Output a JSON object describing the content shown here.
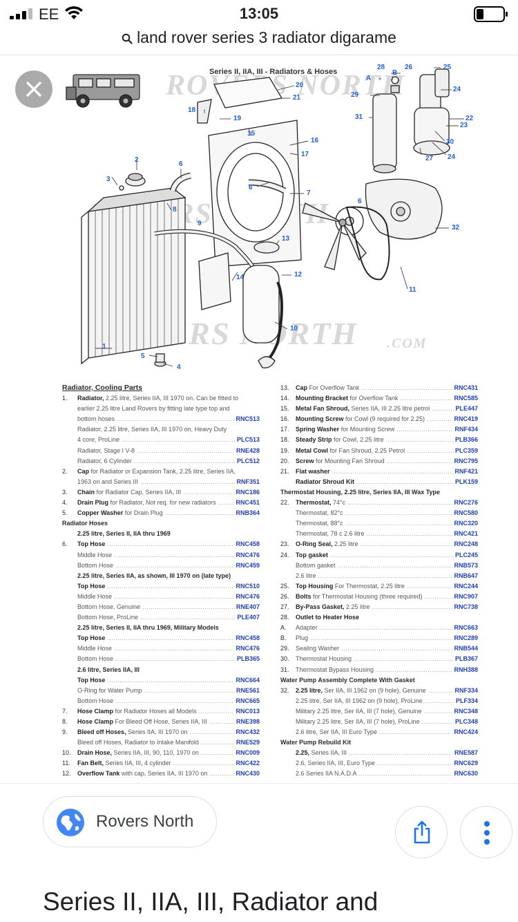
{
  "status_bar": {
    "carrier": "EE",
    "time": "13:05"
  },
  "search": {
    "query": "land rover series 3 radiator digarame"
  },
  "diagram": {
    "title": "Series II, IIA, III - Radiators & Hoses",
    "watermark": "ROVERS NORTH",
    "watermark_com": ".COM",
    "callouts": [
      "1",
      "2",
      "3",
      "4",
      "5",
      "6",
      "6",
      "6",
      "7",
      "8",
      "9",
      "10",
      "11",
      "12",
      "13",
      "14",
      "15",
      "16",
      "17",
      "18",
      "19",
      "20",
      "21",
      "22",
      "23",
      "24",
      "24",
      "25",
      "26",
      "27",
      "28",
      "29",
      "30",
      "31",
      "32",
      "A",
      "B"
    ]
  },
  "parts_left": [
    {
      "type": "title",
      "text": "Radiator, Cooling Parts"
    },
    {
      "num": "1.",
      "bold": "Radiator,",
      "desc": " 2.25 litre, Series IIA, III 1970 on. Can be fitted to",
      "code": ""
    },
    {
      "num": "",
      "bold": "",
      "desc": "earlier 2.25 litre Land Rovers by fitting late type top and",
      "code": ""
    },
    {
      "num": "",
      "bold": "",
      "desc": "bottom hoses",
      "code": "RNC513"
    },
    {
      "num": "",
      "bold": "",
      "desc": "Radiator, 2.25 litre, Series IIA, III 1970 on, Heavy Duty",
      "code": ""
    },
    {
      "num": "",
      "bold": "",
      "desc": "4 core, ProLine",
      "code": "PLC513"
    },
    {
      "num": "",
      "bold": "",
      "desc": "Radiator, Stage I V-8",
      "code": "RNE428"
    },
    {
      "num": "",
      "bold": "",
      "desc": "Radiator, 6 Cylinder",
      "code": "PLC512"
    },
    {
      "num": "2.",
      "bold": "Cap",
      "desc": " for Radiator or Expansion Tank, 2.25 litre, Series IIA,",
      "code": ""
    },
    {
      "num": "",
      "bold": "",
      "desc": "1963 on and Series III",
      "code": "RNF351"
    },
    {
      "num": "3.",
      "bold": "Chain",
      "desc": " for Radiator Cap, Series IIA, III",
      "code": "RNC186"
    },
    {
      "num": "4.",
      "bold": "Drain Plug",
      "desc": " for Radiator, Not req. for new radiators",
      "code": "RNC451"
    },
    {
      "num": "5.",
      "bold": "Copper Washer",
      "desc": " for Drain Plug",
      "code": "RNB364"
    },
    {
      "type": "head",
      "text": "Radiator Hoses"
    },
    {
      "type": "sub",
      "text": "2.25 litre, Series II, IIA thru 1969"
    },
    {
      "num": "6.",
      "bold": "Top Hose",
      "desc": "",
      "code": "RNC458"
    },
    {
      "num": "",
      "bold": "",
      "desc": "Middle Hose",
      "code": "RNC476"
    },
    {
      "num": "",
      "bold": "",
      "desc": "Bottom Hose",
      "code": "RNC459"
    },
    {
      "type": "sub",
      "text": "2.25 litre, Series IIA, as shown, III 1970 on (late type)"
    },
    {
      "num": "",
      "bold": "Top Hose",
      "desc": "",
      "code": "RNC510"
    },
    {
      "num": "",
      "bold": "",
      "desc": "Middle Hose",
      "code": "RNC476"
    },
    {
      "num": "",
      "bold": "",
      "desc": "Bottom Hose, Genuine",
      "code": "RNE407"
    },
    {
      "num": "",
      "bold": "",
      "desc": "Bottom Hose, ProLine",
      "code": "PLE407"
    },
    {
      "type": "sub",
      "text": "2.25 litre, Series II, IIA thru 1969, Military Models"
    },
    {
      "num": "",
      "bold": "Top Hose",
      "desc": "",
      "code": "RNC458"
    },
    {
      "num": "",
      "bold": "",
      "desc": "Middle Hose",
      "code": "RNC476"
    },
    {
      "num": "",
      "bold": "",
      "desc": "Bottom Hose",
      "code": "PLB365"
    },
    {
      "type": "sub",
      "text": "2.6 litre, Series IIA, III"
    },
    {
      "num": "",
      "bold": "Top Hose",
      "desc": "",
      "code": "RNC664"
    },
    {
      "num": "",
      "bold": "",
      "desc": "O-Ring for Water Pump",
      "code": "RNE561"
    },
    {
      "num": "",
      "bold": "",
      "desc": "Bottom Hose",
      "code": "RNC665"
    },
    {
      "num": "7.",
      "bold": "Hose Clamp",
      "desc": " for Radiator Hoses all Models",
      "code": "RNC013"
    },
    {
      "num": "8.",
      "bold": "Hose Clamp",
      "desc": " For Bleed Off Hose, Series IIA, III",
      "code": "RNE398"
    },
    {
      "num": "9.",
      "bold": "Bleed off Hoses,",
      "desc": " Series IIA, III 1970 on",
      "code": "RNC432"
    },
    {
      "num": "",
      "bold": "",
      "desc": "Bleed off Hoses, Radiator to Intake Manifold",
      "code": "RNE529"
    },
    {
      "num": "10.",
      "bold": "Drain Hose,",
      "desc": " Series IIA, III, 90, 110, 1970 on",
      "code": "RNC009"
    },
    {
      "num": "11.",
      "bold": "Fan Belt,",
      "desc": " Series IIA, III, 4 cylinder",
      "code": "RNC422"
    },
    {
      "num": "12.",
      "bold": "Overflow Tank",
      "desc": " with cap, Series IIA, III 1970 on",
      "code": "RNC430"
    }
  ],
  "parts_right": [
    {
      "num": "13.",
      "bold": "Cap",
      "desc": " For Overflow Tank",
      "code": "RNC431"
    },
    {
      "num": "14.",
      "bold": "Mounting Bracket",
      "desc": " for Overflow Tank",
      "code": "RNC585"
    },
    {
      "num": "15.",
      "bold": "Metal Fan Shroud,",
      "desc": " Series IIA, III 2.25 litre petrol",
      "code": "PLE447"
    },
    {
      "num": "16.",
      "bold": "Mounting Screw",
      "desc": " for Cowl (9 required for 2.25)",
      "code": "RNC419"
    },
    {
      "num": "17.",
      "bold": "Spring Washer",
      "desc": " for Mounting Screw",
      "code": "RNF434"
    },
    {
      "num": "18.",
      "bold": "Steady Strip",
      "desc": " for Cowl, 2.25 litre",
      "code": "PLB366"
    },
    {
      "num": "19.",
      "bold": "Metal Cowl",
      "desc": " for Fan Shroud, 2.25 Petrol",
      "code": "PLC359"
    },
    {
      "num": "20.",
      "bold": "Screw",
      "desc": " for Mounting Fan Shroud",
      "code": "RNC795"
    },
    {
      "num": "21.",
      "bold": "Flat washer",
      "desc": "",
      "code": "RNF421"
    },
    {
      "num": "",
      "bold": "Radiator Shroud Kit",
      "desc": "",
      "code": "PLK159"
    },
    {
      "type": "head",
      "text": "Thermostat Housing, 2.25 litre, Series IIA, III Wax Type"
    },
    {
      "num": "22.",
      "bold": "Thermostat,",
      "desc": " 74°c",
      "code": "RNC276"
    },
    {
      "num": "",
      "bold": "",
      "desc": "Thermostat, 82°c",
      "code": "RNC580"
    },
    {
      "num": "",
      "bold": "",
      "desc": "Thermostat, 88°c",
      "code": "RNC320"
    },
    {
      "num": "",
      "bold": "",
      "desc": "Thermostat, 78 c 2.6 litre",
      "code": "RNC421"
    },
    {
      "num": "23.",
      "bold": "O-Ring Seal,",
      "desc": " 2.25 litre",
      "code": "RNC248"
    },
    {
      "num": "24.",
      "bold": "Top gasket",
      "desc": "",
      "code": "PLC245"
    },
    {
      "num": "",
      "bold": "",
      "desc": "Bottom gasket",
      "code": "RNB573"
    },
    {
      "num": "",
      "bold": "",
      "desc": "2.6 litre",
      "code": "RNB647"
    },
    {
      "num": "25.",
      "bold": "Top Housing",
      "desc": " For Thermostat, 2.25 litre",
      "code": "RNC244"
    },
    {
      "num": "26.",
      "bold": "Bolts",
      "desc": " for Thermostat Housing (three required)",
      "code": "RNC907"
    },
    {
      "num": "27.",
      "bold": "By-Pass Gasket,",
      "desc": " 2.25 litre",
      "code": "RNC738"
    },
    {
      "num": "28.",
      "bold": "Outlet to Heater Hose",
      "desc": "",
      "code": ""
    },
    {
      "num": "A.",
      "bold": "",
      "desc": "Adapter",
      "code": "RNC663"
    },
    {
      "num": "B.",
      "bold": "",
      "desc": "Plug",
      "code": "RNC289"
    },
    {
      "num": "29.",
      "bold": "",
      "desc": "Sealing Washer",
      "code": "RNB544"
    },
    {
      "num": "30.",
      "bold": "",
      "desc": "Thermostat Housing",
      "code": "PLB367"
    },
    {
      "num": "31.",
      "bold": "",
      "desc": "Thermostat Bypass Housing",
      "code": "RNH388"
    },
    {
      "type": "head",
      "text": "Water Pump Assembly Complete With Gasket"
    },
    {
      "num": "32.",
      "bold": "2.25 litre,",
      "desc": " Ser IIA, III 1962 on (9 hole), Genuine",
      "code": "RNF334"
    },
    {
      "num": "",
      "bold": "",
      "desc": "2.25 litre, Ser IIA, III 1962 on (9 hole), ProLine",
      "code": "PLF334"
    },
    {
      "num": "",
      "bold": "",
      "desc": "Military 2.25 litre, Ser IIA, III (7 hole), Genuine",
      "code": "RNC348"
    },
    {
      "num": "",
      "bold": "",
      "desc": "Military 2.25 litre, Ser IIA, III (7 hole), ProLine",
      "code": "PLC348"
    },
    {
      "num": "",
      "bold": "",
      "desc": "2.6 litre, Ser IIA, III Euro Type",
      "code": "RNC424"
    },
    {
      "type": "head",
      "text": "Water Pump Rebuild Kit"
    },
    {
      "num": "",
      "bold": "2.25,",
      "desc": " Series IIA, III",
      "code": "RNE587"
    },
    {
      "num": "",
      "bold": "",
      "desc": "2.6, Series IIA, III, Euro Type",
      "code": "RNC629"
    },
    {
      "num": "",
      "bold": "",
      "desc": "2.6 Series IIA N.A.D.A",
      "code": "RNC630"
    }
  ],
  "result": {
    "source": "Rovers North",
    "title": "Series II, IIA, III, Radiator and"
  },
  "colors": {
    "part_code": "#1f3fb5",
    "callout": "#1f5fd6",
    "close_button": "#a3a3a3",
    "globe": "#4285f4",
    "share": "#1a73e8"
  }
}
